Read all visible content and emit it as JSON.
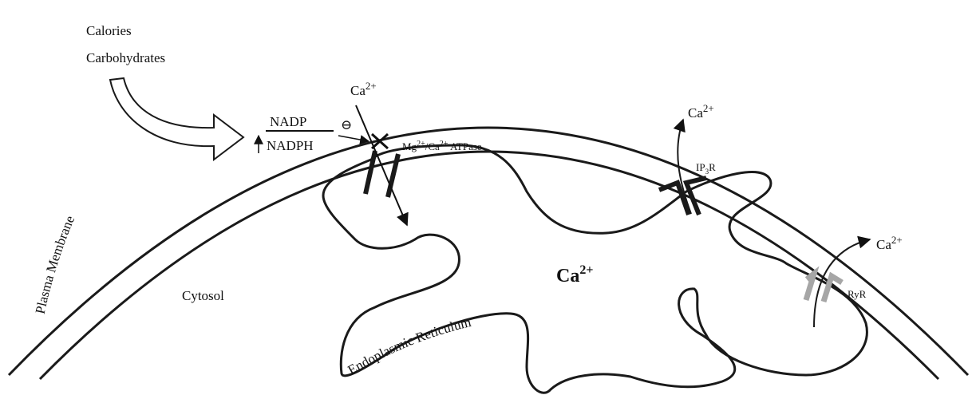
{
  "labels": {
    "calories": "Calories",
    "carbohydrates": "Carbohydrates",
    "nadp": "NADP",
    "nadph": "NADPH",
    "inhibit_symbol": "⊖",
    "cytosol": "Cytosol",
    "plasma_membrane": "Plasma Membrane",
    "endoplasmic_reticulum": "Endoplasmic Reticulum"
  },
  "ions": {
    "ca_base": "Ca",
    "ca_charge": "2+",
    "mg_base": "Mg",
    "mg_charge": "2+"
  },
  "pumps": {
    "atpase_suffix": "ATPase",
    "ip3r_prefix": "IP",
    "ip3r_sub": "3",
    "ip3r_suffix": "R",
    "ryr": "RyR"
  },
  "colors": {
    "line": "#1a1a1a",
    "ryr_channel": "#a6a6a6"
  }
}
